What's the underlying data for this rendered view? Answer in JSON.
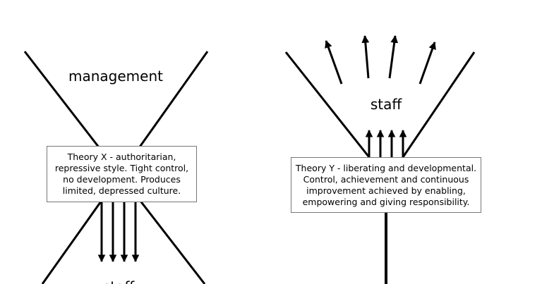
{
  "theory_x": {
    "top_label": "management",
    "bottom_label": "staff",
    "box_lines": [
      "Theory X - authoritarian,",
      "repressive style.  Tight control,",
      "no development.  Produces",
      "limited, depressed culture."
    ]
  },
  "theory_y": {
    "label": "staff",
    "box_lines": [
      "Theory Y - liberating and  developmental.",
      "Control, achievement and continuous",
      "improvement achieved by enabling,",
      "empowering and giving responsibility."
    ]
  },
  "colors": {
    "line": "#000000",
    "box_border": "#777777",
    "background": "#ffffff"
  }
}
